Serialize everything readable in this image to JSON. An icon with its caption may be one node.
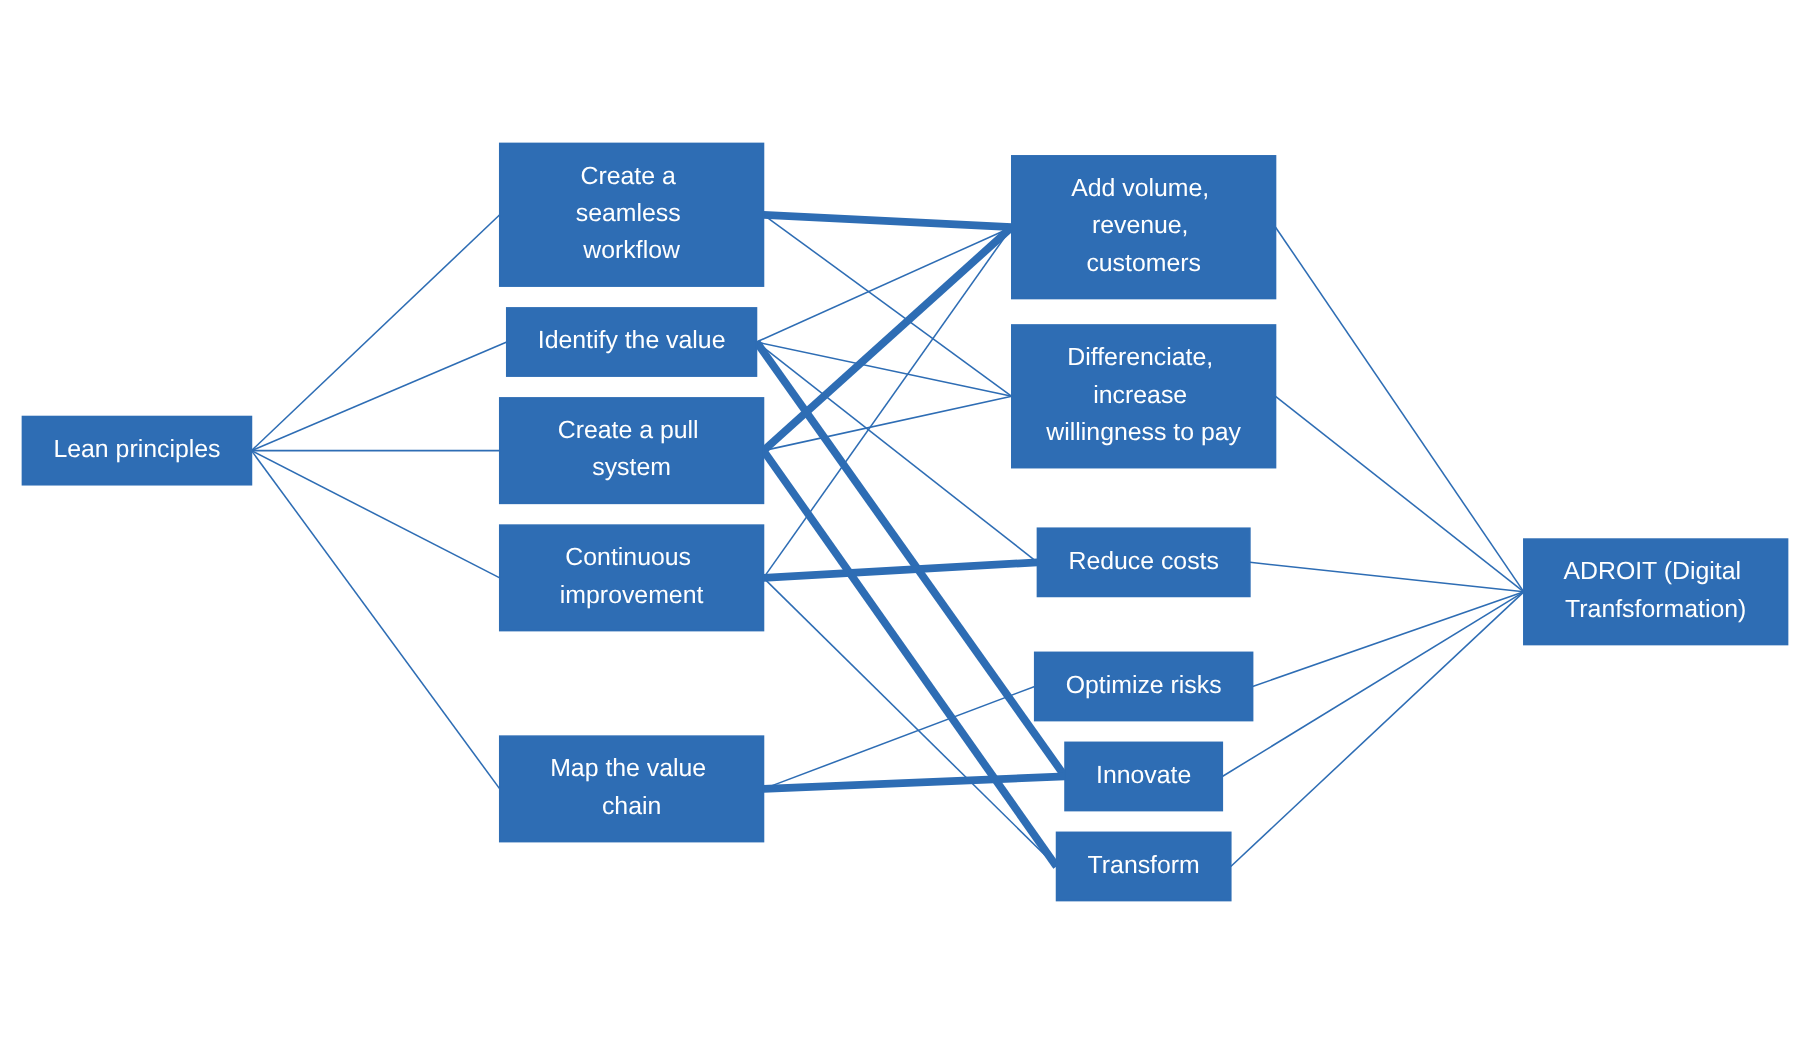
{
  "diagram": {
    "nodes": [
      {
        "text": [
          "Lean principles"
        ]
      },
      {
        "text": [
          "Identify the value"
        ]
      },
      {
        "text": [
          "Map the value chain"
        ]
      },
      {
        "text": [
          "Create a seamless workflow"
        ]
      },
      {
        "text": [
          "Create a pull system"
        ]
      },
      {
        "text": [
          "Continuous improvement"
        ]
      },
      {
        "text": [
          "Add volume, revenue, customers"
        ]
      },
      {
        "text": [
          "Differenciate, increase willingness to pay"
        ]
      },
      {
        "text": [
          "Reduce costs"
        ]
      },
      {
        "text": [
          "Optimize risks"
        ]
      },
      {
        "text": [
          "Innovate"
        ]
      },
      {
        "text": [
          "Transform"
        ]
      },
      {
        "text": [
          "ADROIT (Digital Tranfsformation)"
        ]
      }
    ],
    "edges": [
      {
        "from": 0,
        "to": 1,
        "arrow": "none"
      },
      {
        "from": 0,
        "to": 2,
        "arrow": "none"
      },
      {
        "from": 0,
        "to": 3,
        "arrow": "none"
      },
      {
        "from": 0,
        "to": 4,
        "arrow": "none"
      },
      {
        "from": 0,
        "to": 5,
        "arrow": "none"
      },
      {
        "from": 1,
        "to": 6,
        "arrow": "none"
      },
      {
        "from": 1,
        "to": 7,
        "arrow": "none"
      },
      {
        "from": 1,
        "to": 8,
        "arrow": "none"
      },
      {
        "from": 1,
        "to": 10,
        "arrow": "none",
        "style": "thick"
      },
      {
        "from": 2,
        "to": 9,
        "arrow": "none"
      },
      {
        "from": 2,
        "to": 10,
        "arrow": "none",
        "style": "thick"
      },
      {
        "from": 3,
        "to": 6,
        "arrow": "none",
        "style": "thick"
      },
      {
        "from": 3,
        "to": 7,
        "arrow": "none"
      },
      {
        "from": 4,
        "to": 6,
        "arrow": "none",
        "style": "thick"
      },
      {
        "from": 4,
        "to": 7,
        "arrow": "none"
      },
      {
        "from": 4,
        "to": 11,
        "arrow": "none",
        "style": "thick"
      },
      {
        "from": 5,
        "to": 6,
        "arrow": "none"
      },
      {
        "from": 5,
        "to": 8,
        "arrow": "none",
        "style": "thick"
      },
      {
        "from": 5,
        "to": 11,
        "arrow": "none"
      },
      {
        "from": 6,
        "to": 12,
        "arrow": "none"
      },
      {
        "from": 7,
        "to": 12,
        "arrow": "none"
      },
      {
        "from": 8,
        "to": 12,
        "arrow": "none"
      },
      {
        "from": 9,
        "to": 12,
        "arrow": "none"
      },
      {
        "from": 10,
        "to": 12,
        "arrow": "none"
      },
      {
        "from": 11,
        "to": 12,
        "arrow": "none"
      }
    ]
  }
}
